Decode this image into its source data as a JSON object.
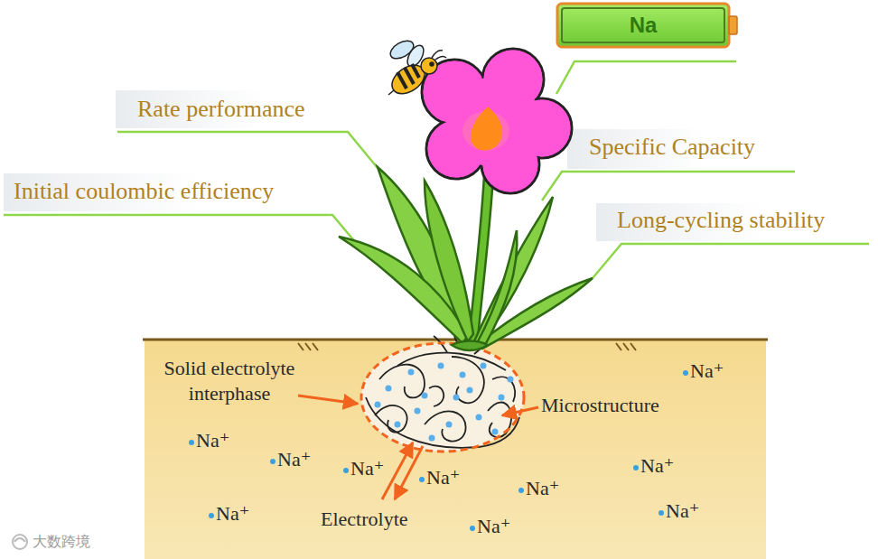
{
  "diagram": {
    "nodes": [
      {
        "text": [
          "Na"
        ]
      }
    ],
    "labels": [
      "Rate performance",
      "Initial coulombic efficiency",
      "Specific Capacity",
      "Long-cycling stability",
      "Solid electrolyte interphase",
      "Microstructure",
      "Electrolyte",
      "Na⁺",
      "Na⁺",
      "Na⁺",
      "Na⁺",
      "Na⁺",
      "Na⁺",
      "Na⁺",
      "Na⁺",
      "Na⁺",
      "Na⁺",
      "大数跨境"
    ]
  }
}
